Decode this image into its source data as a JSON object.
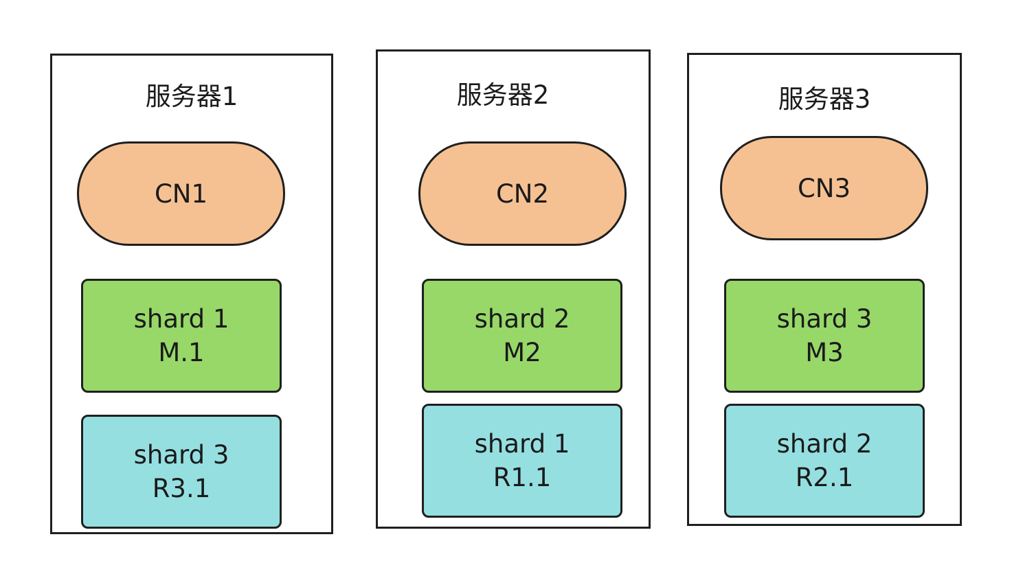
{
  "colors": {
    "cn_fill": "#f5c192",
    "master_fill": "#97d869",
    "replica_fill": "#95dfe1",
    "border": "#1f1f1f"
  },
  "servers": [
    {
      "title": "服务器1",
      "cn": "CN1",
      "shards": [
        {
          "line1": "shard 1",
          "line2": "M.1",
          "role": "master"
        },
        {
          "line1": "shard 3",
          "line2": "R3.1",
          "role": "replica"
        }
      ]
    },
    {
      "title": "服务器2",
      "cn": "CN2",
      "shards": [
        {
          "line1": "shard 2",
          "line2": "M2",
          "role": "master"
        },
        {
          "line1": "shard 1",
          "line2": "R1.1",
          "role": "replica"
        }
      ]
    },
    {
      "title": "服务器3",
      "cn": "CN3",
      "shards": [
        {
          "line1": "shard 3",
          "line2": "M3",
          "role": "master"
        },
        {
          "line1": "shard 2",
          "line2": "R2.1",
          "role": "replica"
        }
      ]
    }
  ]
}
